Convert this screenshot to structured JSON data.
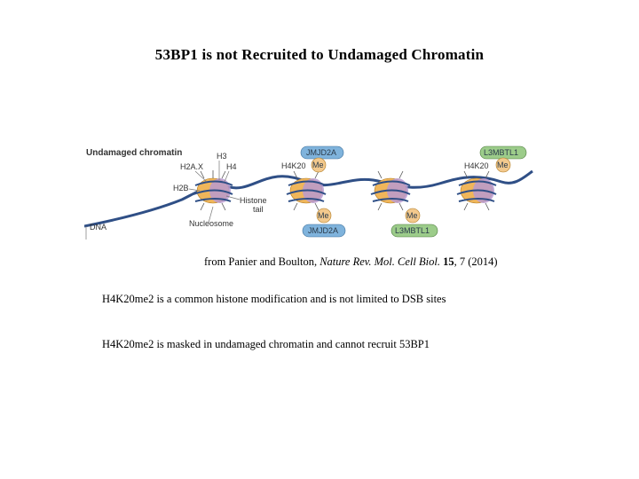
{
  "slide": {
    "title": "53BP1 is not Recruited to Undamaged Chromatin",
    "citation": {
      "prefix": "from Panier and Boulton, ",
      "journal": "Nature Rev. Mol. Cell Biol.",
      "volume": "15",
      "suffix": ", 7 (2014)"
    },
    "statements": [
      "H4K20me2 is a common histone modification and is not limited to DSB sites",
      "H4K20me2 is masked in undamaged chromatin and cannot recruit 53BP1"
    ]
  },
  "figure": {
    "heading": "Undamaged chromatin",
    "labels": {
      "h3": "H3",
      "h2ax": "H2A.X",
      "h4": "H4",
      "h2b": "H2B",
      "histone_tail": "Histone\ntail",
      "nucleosome": "Nucleosome",
      "dna": "DNA"
    },
    "readers": {
      "jmjd2a": "JMJD2A",
      "l3mbtl1": "L3MBTL1",
      "h4k20": "H4K20",
      "me": "Me"
    },
    "colors": {
      "dna": "#2f4f86",
      "histone_orange": "#f0b65a",
      "histone_purple": "#b99ad0",
      "histone_pink": "#d9a2c8",
      "jmjd2a_badge": "#7fb3dc",
      "l3mbtl1_badge": "#9ccc8a",
      "me_badge": "#f3c98d"
    }
  }
}
